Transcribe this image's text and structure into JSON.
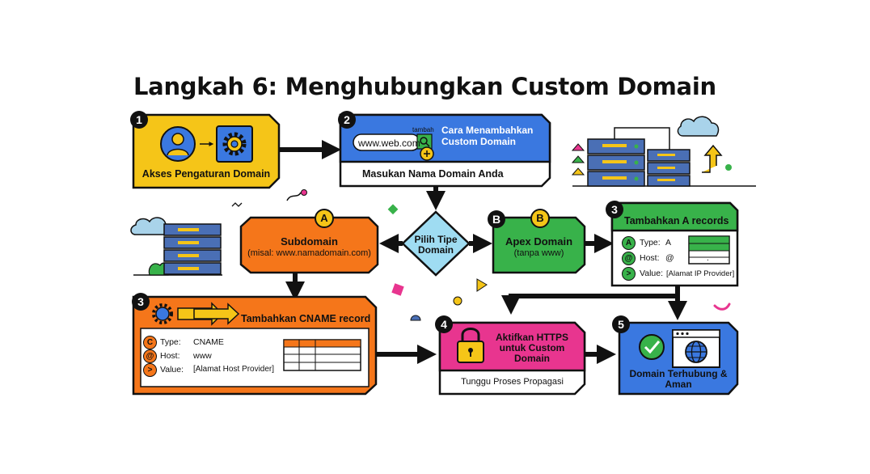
{
  "title": "Langkah 6: Menghubungkan Custom Domain",
  "steps": {
    "s1": {
      "num": "1",
      "label": "Akses Pengaturan Domain"
    },
    "s2": {
      "num": "2",
      "url": "www.web.com",
      "tambah": "tambah",
      "heading": "Cara Menambahkan Custom Domain",
      "label": "Masukan Nama Domain Anda"
    },
    "choice": {
      "label": "Pilih Tipe Domain"
    },
    "a": {
      "badge": "A",
      "title": "Subdomain",
      "sub": "(misal: www.namadomain.com)"
    },
    "b": {
      "badge_left": "B",
      "badge": "B",
      "title": "Apex Domain",
      "sub": "(tanpa www)"
    },
    "s3a": {
      "num": "3",
      "heading": "Tambahkan A records",
      "rows": [
        {
          "icon": "A",
          "key": "Type:",
          "val": "A"
        },
        {
          "icon": "@",
          "key": "Host:",
          "val": "@"
        },
        {
          "icon": ">",
          "key": "Value:",
          "val": "[Alamat IP Provider]"
        }
      ],
      "dot": "."
    },
    "s3c": {
      "num": "3",
      "heading": "Tambahkan CNAME record",
      "rows": [
        {
          "icon": "C",
          "key": "Type:",
          "val": "CNAME"
        },
        {
          "icon": "@",
          "key": "Host:",
          "val": "www"
        },
        {
          "icon": ">",
          "key": "Value:",
          "val": "[Alamat Host Provider]"
        }
      ]
    },
    "s4": {
      "num": "4",
      "heading": "Aktifkan HTTPS untuk Custom Domain",
      "label": "Tunggu Proses Propagasi"
    },
    "s5": {
      "num": "5",
      "label": "Domain Terhubung & Aman"
    }
  },
  "colors": {
    "yellow": "#f5c518",
    "blue": "#3a78e0",
    "orange": "#f5761a",
    "green": "#38b24a",
    "pink": "#e8358f",
    "cyan": "#9fdcf2",
    "steel": "#4a6fb5",
    "cloud": "#a9d3ea"
  }
}
